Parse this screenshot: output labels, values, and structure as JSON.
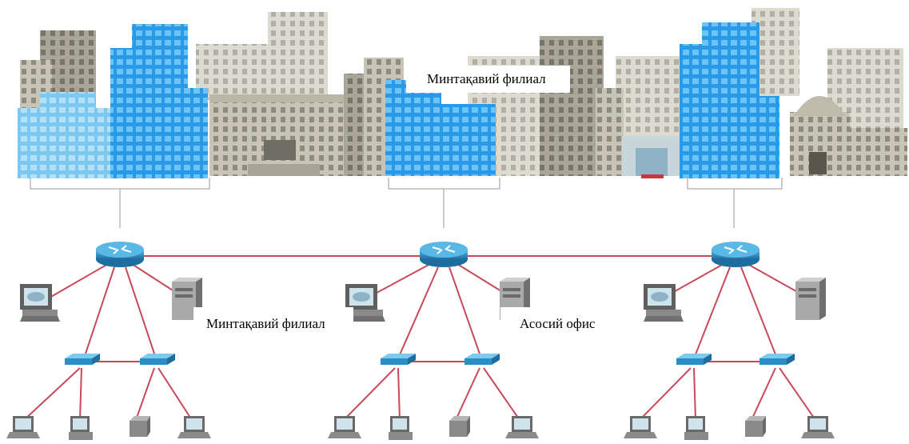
{
  "labels": {
    "top": "Минтақавий филиал",
    "left": "Минтақавий филиал",
    "right": "Асосий офис"
  },
  "colors": {
    "link": "#c84a5a",
    "router": "#2a8fc4",
    "switch": "#3aa0d8",
    "building_blue": "#2a9ae8",
    "building_grey": "#c8c3b4"
  },
  "sites": [
    {
      "name": "site-left"
    },
    {
      "name": "site-center"
    },
    {
      "name": "site-right"
    }
  ]
}
